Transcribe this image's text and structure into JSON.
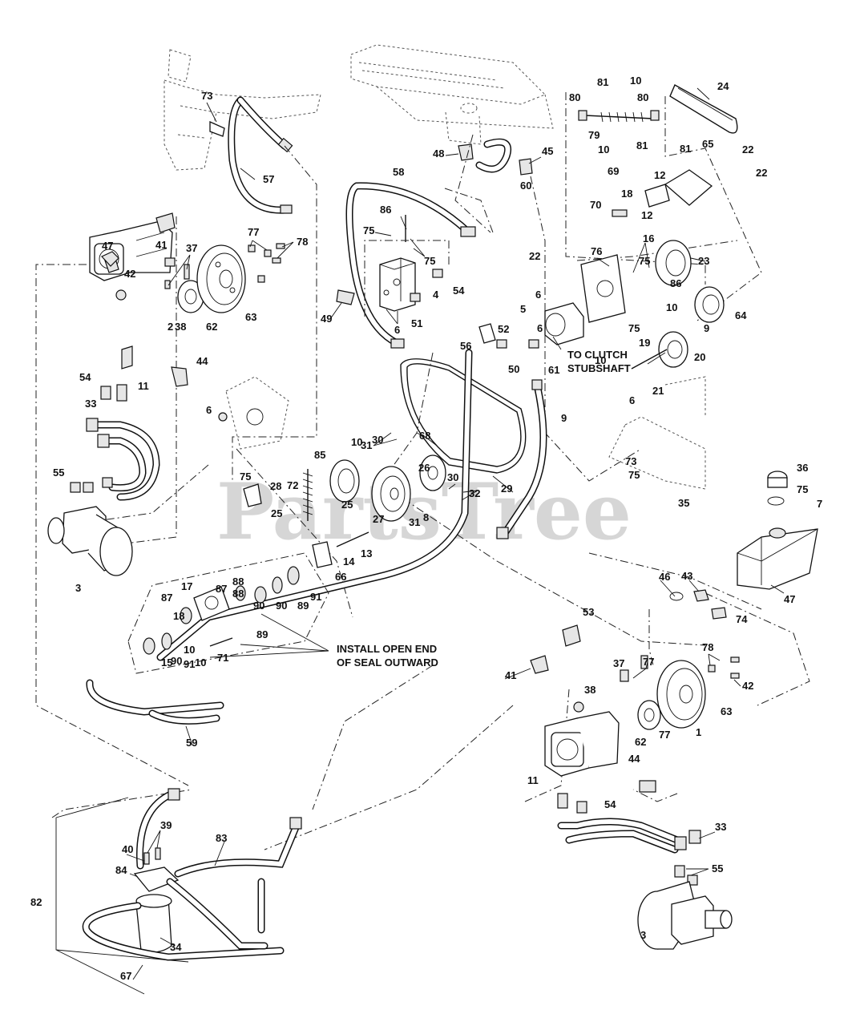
{
  "watermark": "PartsTree",
  "notes": {
    "clutch_line1": "TO CLUTCH",
    "clutch_line2": "STUBSHAFT",
    "seal_line1": "INSTALL OPEN END",
    "seal_line2": "OF SEAL OUTWARD"
  },
  "labels": [
    "73",
    "57",
    "47",
    "41",
    "37",
    "77",
    "78",
    "42",
    "38",
    "62",
    "63",
    "2",
    "44",
    "54",
    "11",
    "33",
    "55",
    "3",
    "6",
    "58",
    "86",
    "75",
    "75",
    "54",
    "4",
    "51",
    "49",
    "6",
    "48",
    "45",
    "60",
    "56",
    "52",
    "50",
    "81",
    "10",
    "80",
    "80",
    "79",
    "10",
    "81",
    "24",
    "65",
    "22",
    "81",
    "69",
    "12",
    "18",
    "22",
    "70",
    "12",
    "76",
    "22",
    "16",
    "23",
    "75",
    "86",
    "6",
    "5",
    "6",
    "10",
    "10",
    "9",
    "64",
    "75",
    "19",
    "20",
    "21",
    "6",
    "61",
    "9",
    "10",
    "31",
    "30",
    "68",
    "85",
    "72",
    "75",
    "28",
    "26",
    "30",
    "32",
    "29",
    "25",
    "27",
    "31",
    "8",
    "25",
    "14",
    "13",
    "66",
    "73",
    "75",
    "35",
    "36",
    "75",
    "7",
    "17",
    "87",
    "88",
    "87",
    "18",
    "88",
    "90",
    "89",
    "91",
    "90",
    "10",
    "89",
    "90",
    "91",
    "10",
    "15",
    "71",
    "46",
    "43",
    "74",
    "47",
    "53",
    "41",
    "37",
    "77",
    "78",
    "42",
    "38",
    "62",
    "77",
    "63",
    "1",
    "44",
    "11",
    "54",
    "33",
    "55",
    "3",
    "59",
    "39",
    "40",
    "84",
    "83",
    "82",
    "34",
    "67"
  ],
  "icons": [
    "callout-leader",
    "dash-dot-assembly-line"
  ]
}
